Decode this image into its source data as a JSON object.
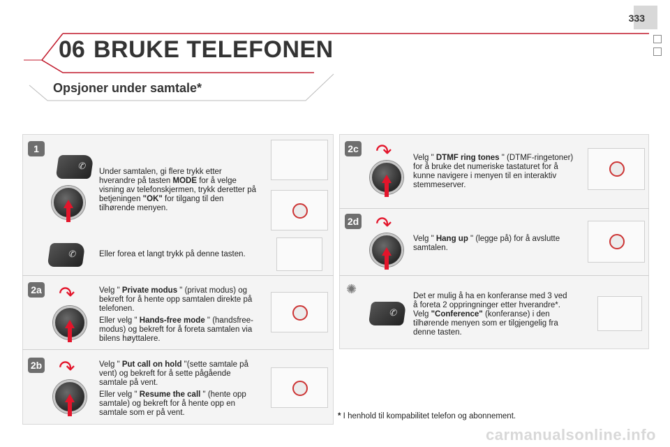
{
  "page": {
    "number": "333"
  },
  "chapter": {
    "number": "06",
    "title": "BRUKE TELEFONEN"
  },
  "section": {
    "title": "Opsjoner under samtale*"
  },
  "badges": [
    "1",
    "2a",
    "2b",
    "2c",
    "2d"
  ],
  "step1": {
    "text_before": "Under samtalen, gi flere trykk etter hverandre på tasten ",
    "mode": "MODE",
    "text_mid": " for å velge visning av telefonskjermen, trykk deretter på betjeningen ",
    "ok": "\"OK\"",
    "text_after": " for tilgang til den tilhørende menyen.",
    "alt_text": "Eller forea et langt trykk på denne tasten."
  },
  "step2a": {
    "p1_pre": "Velg \" ",
    "p1_bold": "Private modus",
    "p1_post": " \" (privat modus) og bekreft for å hente opp samtalen direkte på telefonen.",
    "p2_pre": "Eller velg \" ",
    "p2_bold": "Hands-free mode",
    "p2_post": " \" (handsfree-modus) og bekreft for å foreta samtalen via bilens høyttalere."
  },
  "step2b": {
    "p1_pre": "Velg \" ",
    "p1_bold": "Put call on hold",
    "p1_post": " \"(sette samtale på vent) og bekreft for å sette pågående samtale på vent.",
    "p2_pre": "Eller velg \" ",
    "p2_bold": "Resume the call",
    "p2_post": " \" (hente opp samtale) og bekreft for å hente opp en samtale som er på vent."
  },
  "step2c": {
    "pre": "Velg \" ",
    "bold": "DTMF ring tones",
    "post": " \" (DTMF-ringetoner) for å bruke det numeriske tastaturet for å kunne navigere i menyen til en interaktiv stemmeserver."
  },
  "step2d": {
    "pre": "Velg \" ",
    "bold": "Hang up",
    "post": " \" (legge på) for å avslutte samtalen."
  },
  "tip": {
    "pre": "Det er mulig å ha en konferanse med 3 ved å foreta 2 oppringninger etter hverandre*. Velg ",
    "bold": "\"Conference\"",
    "post": " (konferanse) i den tilhørende menyen som er tilgjengelig fra denne tasten."
  },
  "footnote": {
    "star": "*",
    "text": " I henhold til kompabilitet telefon og abonnement."
  },
  "watermark": "carmanualsonline.info",
  "colors": {
    "accent_red": "#e3152b",
    "panel_bg": "#f4f4f4",
    "header_line": "#c0192b"
  },
  "icons": [
    "phone-stalk-icon",
    "rotary-knob-icon",
    "rotate-arrow-icon",
    "lamp-tip-icon",
    "dashboard-thumbnail"
  ]
}
